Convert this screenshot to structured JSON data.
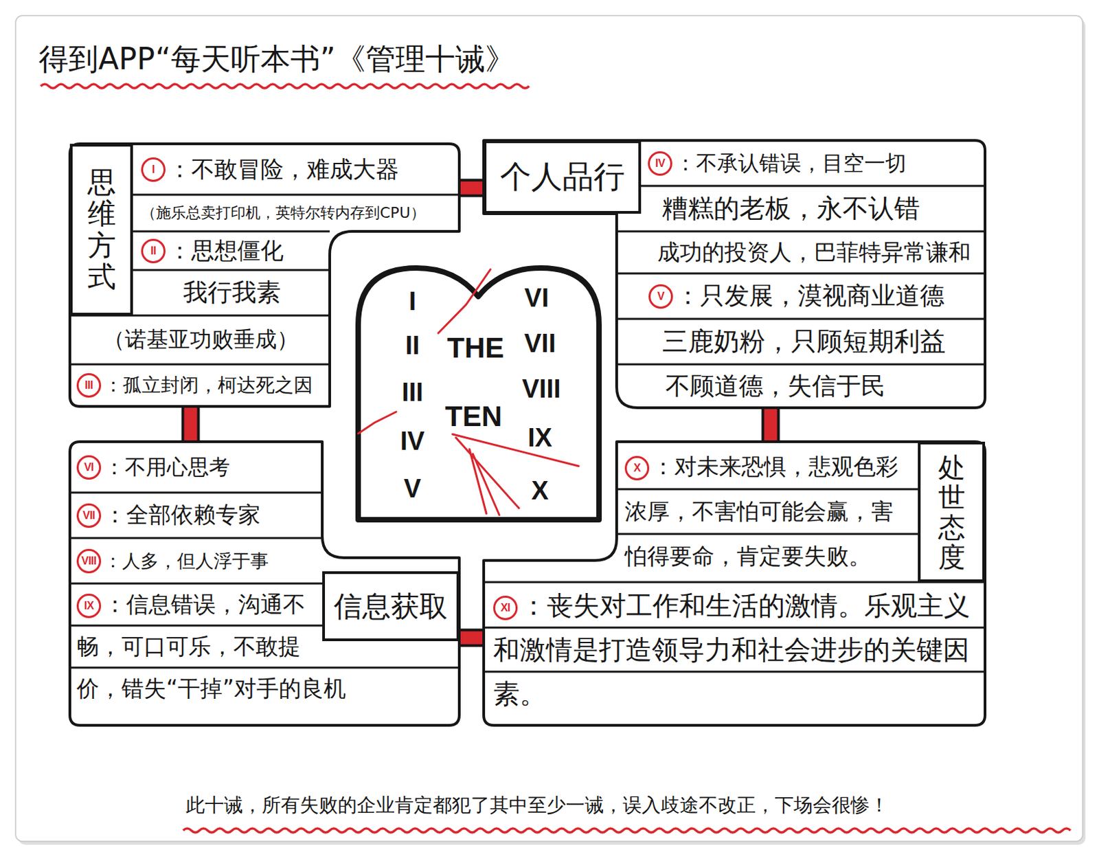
{
  "diagram": {
    "title": "得到APP“每天听本书”《管理十诫》",
    "caption": "此十诫，所有失败的企业肯定都犯了其中至少一诫，误入歧途不改正，下场会很惨！",
    "nodes": [
      {
        "text": [
          "I",
          "：不敢冒险，难成大器",
          "（施乐总卖打印机，英特尔转内存到CPU）",
          "II",
          "：思想僵化",
          "我行我素",
          "（诺基亚功败垂成）",
          "III",
          "：孤立封闭，柯达死之因"
        ]
      },
      {
        "text": [
          "思维方式"
        ],
        "in": 0
      },
      {
        "text": [
          "IV",
          "：不承认错误，目空一切",
          "糟糕的老板，永不认错",
          "成功的投资人，巴菲特异常谦和",
          "V",
          "：只发展，漠视商业道德",
          "三鹿奶粉，只顾短期利益",
          "不顾道德，失信于民"
        ]
      },
      {
        "text": [
          "个人品行"
        ],
        "in": 2
      },
      {
        "text": [
          "I",
          "II",
          "III",
          "IV",
          "V",
          "THE",
          "TEN",
          "VI",
          "VII",
          "VIII",
          "IX",
          "X"
        ]
      },
      {
        "text": [
          "VI",
          "：不用心思考",
          "VII",
          "：全部依赖专家",
          "VIII",
          "：人多，但人浮于事",
          "IX",
          "：信息错误，沟通不畅，可口可乐，不敢提价，错失“干掉”对手的良机"
        ]
      },
      {
        "text": [
          "信息获取"
        ],
        "in": 5
      },
      {
        "text": [
          "X",
          "：对未来恐惧，悲观色彩浓厚，不害怕可能会赢，害怕得要命，肯定要失败。",
          "XI",
          "：丧失对工作和生活的激情。乐观主义和激情是打造领导力和社会进步的关键因素。"
        ]
      },
      {
        "text": [
          "处世态度"
        ],
        "in": 7
      }
    ],
    "edges": [
      {
        "from": 0,
        "to": 2,
        "arrow": "none"
      },
      {
        "from": 0,
        "to": 5,
        "arrow": "none"
      },
      {
        "from": 2,
        "to": 7,
        "arrow": "none"
      },
      {
        "from": 5,
        "to": 7,
        "arrow": "none"
      }
    ]
  }
}
